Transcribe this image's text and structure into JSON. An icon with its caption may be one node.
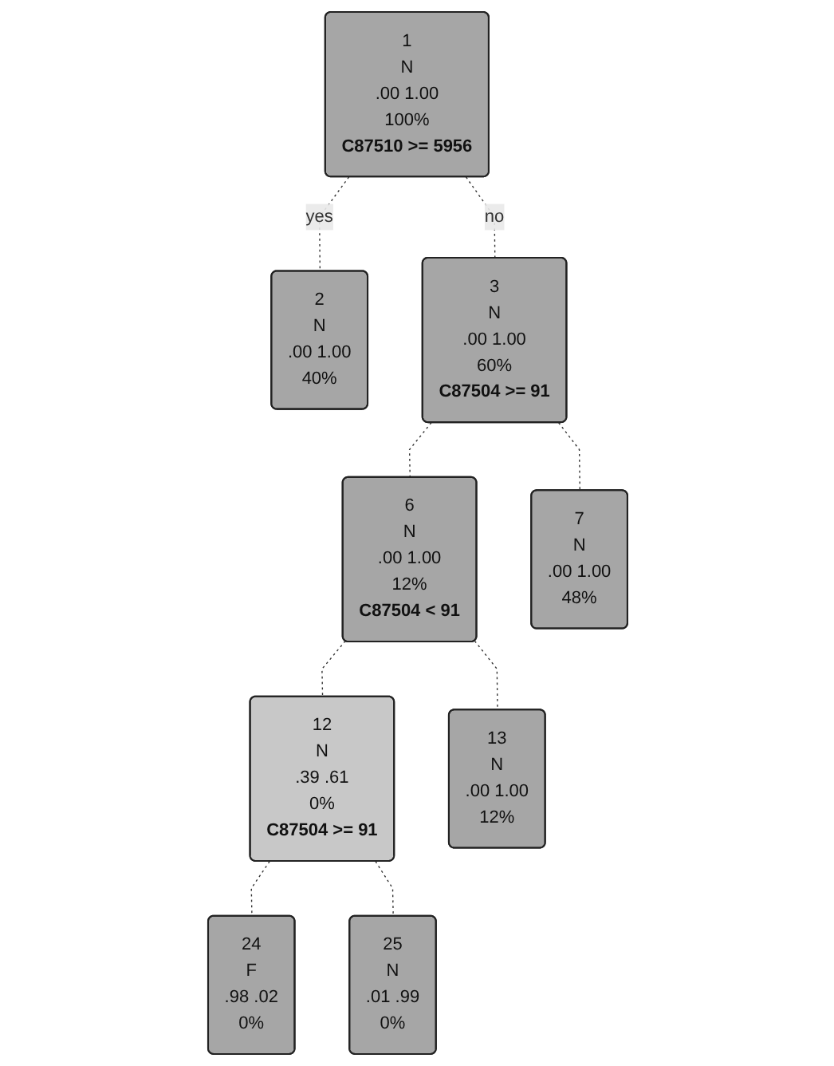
{
  "diagram": {
    "nodes": [
      {
        "text": [
          "1",
          "N",
          ".00 1.00",
          "100%",
          "C87510 >= 5956"
        ]
      },
      {
        "text": [
          "3",
          "N",
          ".00 1.00",
          "60%",
          "C87504 >= 91"
        ]
      },
      {
        "text": [
          "6",
          "N",
          ".00 1.00",
          "12%",
          "C87504 < 91"
        ]
      },
      {
        "text": [
          "12",
          "N",
          ".39 .61",
          "0%",
          "C87504 >= 91"
        ]
      },
      {
        "text": [
          "2",
          "N",
          ".00 1.00",
          "40%"
        ]
      },
      {
        "text": [
          "24",
          "F",
          ".98 .02",
          "0%"
        ]
      },
      {
        "text": [
          "25",
          "N",
          ".01 .99",
          "0%"
        ]
      },
      {
        "text": [
          "13",
          "N",
          ".00 1.00",
          "12%"
        ]
      },
      {
        "text": [
          "7",
          "N",
          ".00 1.00",
          "48%"
        ]
      }
    ],
    "edges": [
      {
        "from": 0,
        "to": 4,
        "arrow": "none",
        "label": "yes",
        "style": "dashed"
      },
      {
        "from": 0,
        "to": 1,
        "arrow": "none",
        "label": "no",
        "style": "dashed"
      },
      {
        "from": 1,
        "to": 2,
        "arrow": "none",
        "style": "dashed"
      },
      {
        "from": 1,
        "to": 8,
        "arrow": "none",
        "style": "dashed"
      },
      {
        "from": 2,
        "to": 3,
        "arrow": "none",
        "style": "dashed"
      },
      {
        "from": 2,
        "to": 7,
        "arrow": "none",
        "style": "dashed"
      },
      {
        "from": 3,
        "to": 5,
        "arrow": "none",
        "style": "dashed"
      },
      {
        "from": 3,
        "to": 6,
        "arrow": "none",
        "style": "dashed"
      }
    ]
  }
}
